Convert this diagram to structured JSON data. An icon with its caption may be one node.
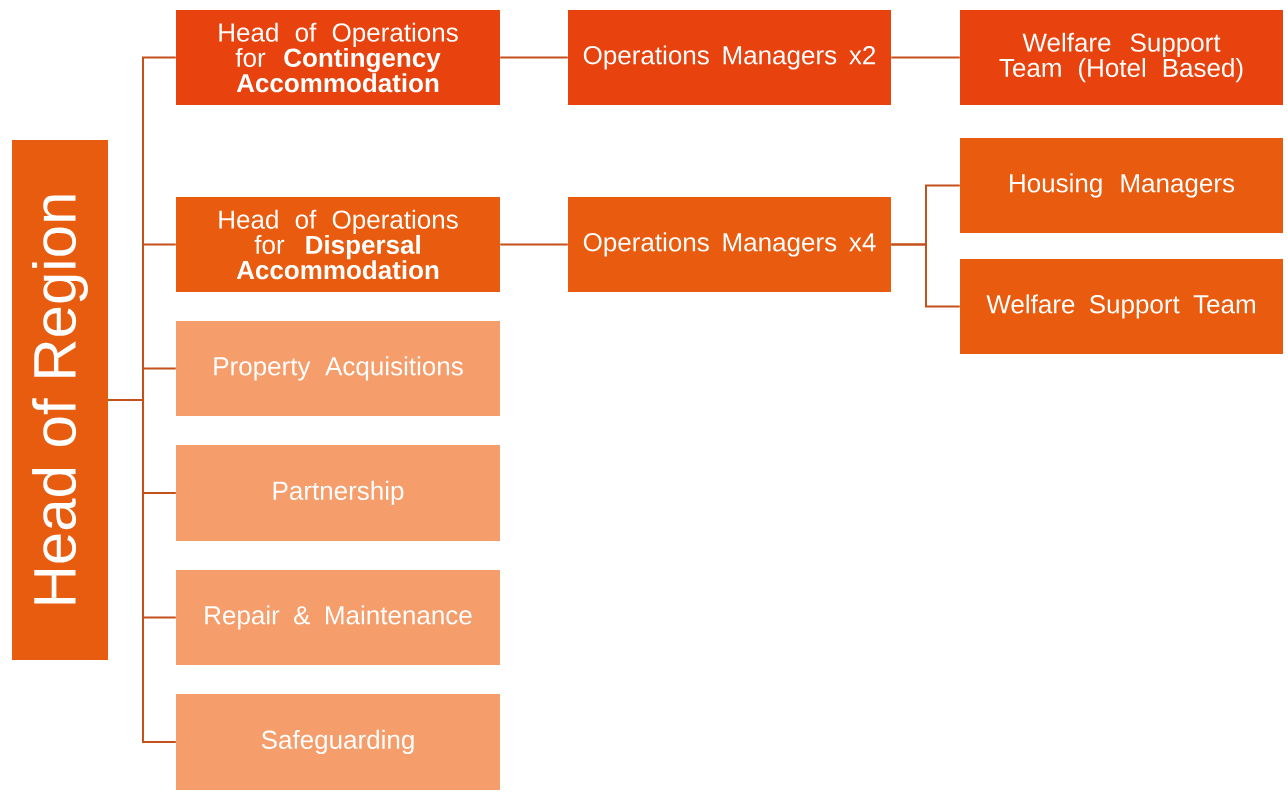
{
  "diagram": {
    "nodes": [
      {
        "text": [
          "Head of Region"
        ]
      },
      {
        "text": [
          "Head of Operations for **Contingency Accommodation**"
        ]
      },
      {
        "text": [
          "Operations Managers x2"
        ]
      },
      {
        "text": [
          "Welfare Support Team (Hotel Based)"
        ]
      },
      {
        "text": [
          "Head of Operations for **Dispersal Accommodation**"
        ]
      },
      {
        "text": [
          "Operations Managers x4"
        ]
      },
      {
        "text": [
          "Housing Managers"
        ]
      },
      {
        "text": [
          "Welfare Support Team"
        ]
      },
      {
        "text": [
          "Property Acquisitions"
        ]
      },
      {
        "text": [
          "Partnership"
        ]
      },
      {
        "text": [
          "Repair & Maintenance"
        ]
      },
      {
        "text": [
          "Safeguarding"
        ]
      }
    ],
    "edges": [
      {
        "from": 0,
        "to": 1,
        "arrow": "none"
      },
      {
        "from": 0,
        "to": 4,
        "arrow": "none"
      },
      {
        "from": 0,
        "to": 8,
        "arrow": "none"
      },
      {
        "from": 0,
        "to": 9,
        "arrow": "none"
      },
      {
        "from": 0,
        "to": 10,
        "arrow": "none"
      },
      {
        "from": 0,
        "to": 11,
        "arrow": "none"
      },
      {
        "from": 1,
        "to": 2,
        "arrow": "none"
      },
      {
        "from": 2,
        "to": 3,
        "arrow": "none"
      },
      {
        "from": 4,
        "to": 5,
        "arrow": "none"
      },
      {
        "from": 5,
        "to": 6,
        "arrow": "none"
      },
      {
        "from": 5,
        "to": 7,
        "arrow": "none"
      }
    ]
  }
}
